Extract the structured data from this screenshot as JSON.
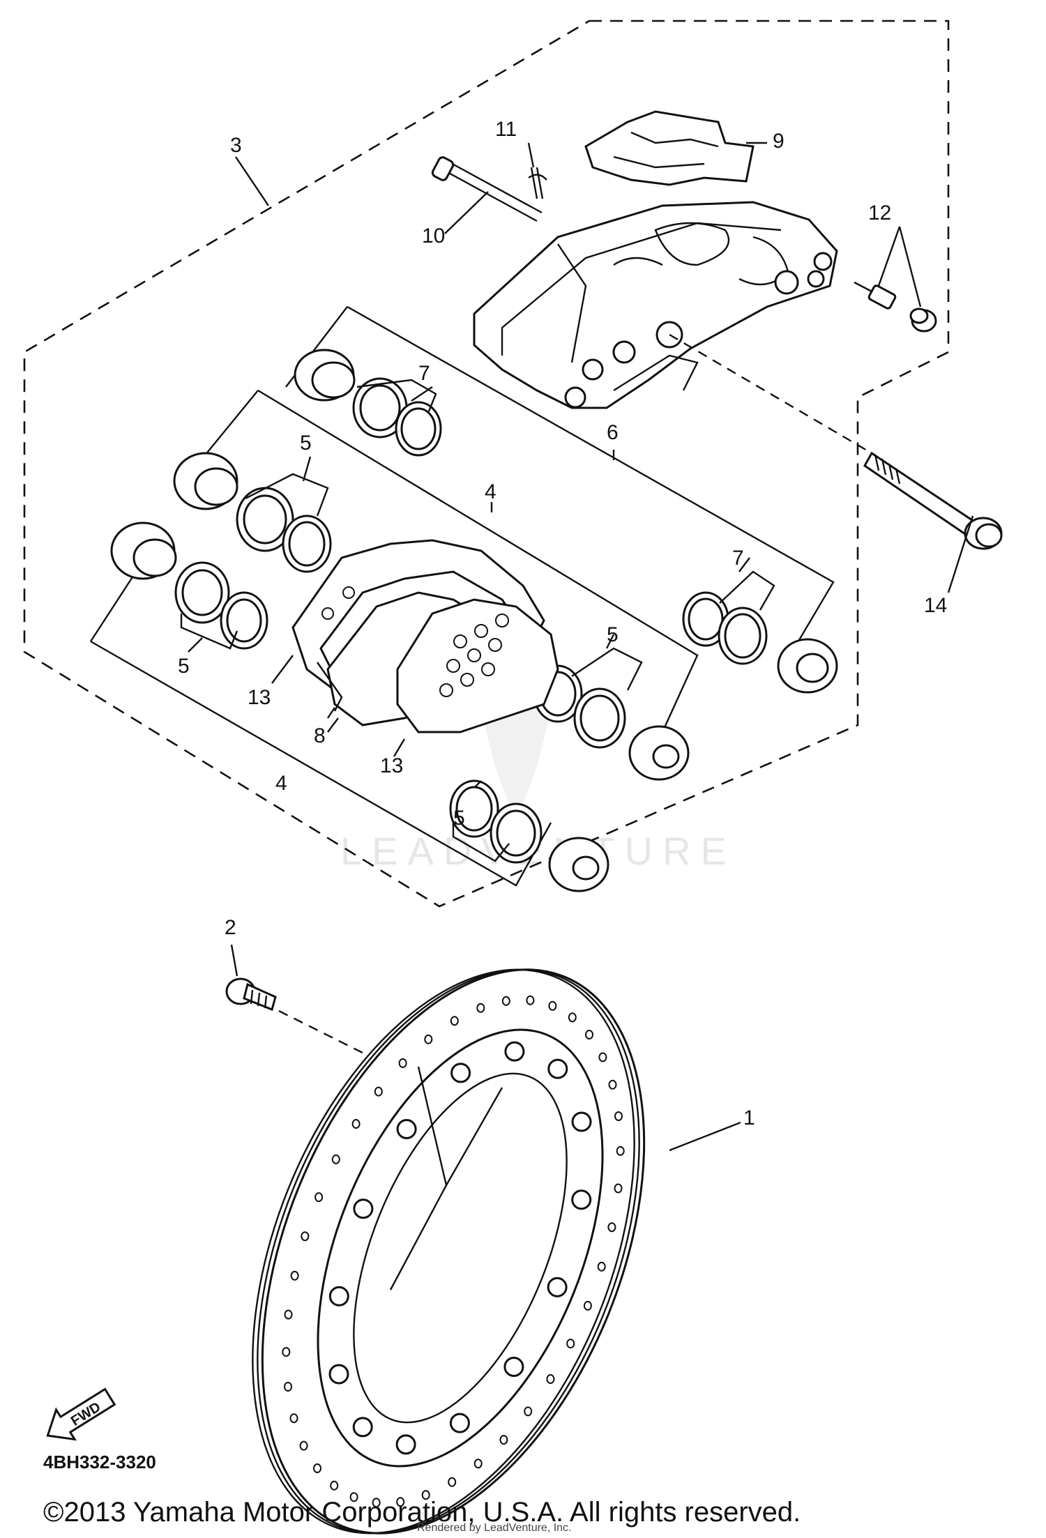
{
  "diagram": {
    "part_labels": {
      "p1": "1",
      "p2": "2",
      "p3": "3",
      "p4a": "4",
      "p4b": "4",
      "p5a": "5",
      "p5b": "5",
      "p5c": "5",
      "p5d": "5",
      "p6": "6",
      "p7a": "7",
      "p7b": "7",
      "p8": "8",
      "p9": "9",
      "p10": "10",
      "p11": "11",
      "p12": "12",
      "p13a": "13",
      "p13b": "13",
      "p14": "14"
    },
    "direction_arrow": "FWD",
    "diagram_code": "4BH332-3320",
    "watermark": "LEADVENTURE",
    "copyright": "©2013 Yamaha Motor Corporation, U.S.A. All rights reserved.",
    "rendered_by": "Rendered by LeadVenture, Inc."
  }
}
